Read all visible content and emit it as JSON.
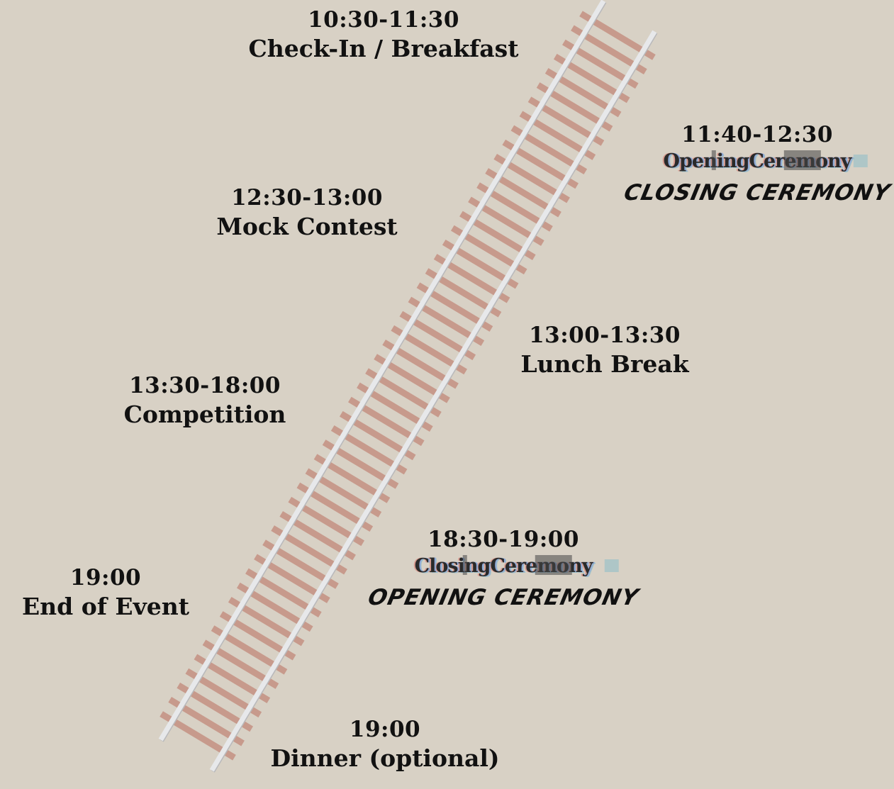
{
  "colors": {
    "background": "#d8d1c5",
    "rail": "#e7e8ea",
    "tie": "#c79a8c",
    "text": "#111111"
  },
  "events": [
    {
      "id": "checkin",
      "time": "10:30-11:30",
      "label": "Check-In / Breakfast"
    },
    {
      "id": "ceremony-1",
      "time": "11:40-12:30",
      "glitch_text": "OpeningCeremony",
      "stylized_text": "Closing Ceremony"
    },
    {
      "id": "mock",
      "time": "12:30-13:00",
      "label": "Mock Contest"
    },
    {
      "id": "lunch",
      "time": "13:00-13:30",
      "label": "Lunch Break"
    },
    {
      "id": "competition",
      "time": "13:30-18:00",
      "label": "Competition"
    },
    {
      "id": "ceremony-2",
      "time": "18:30-19:00",
      "glitch_text": "ClosingCeremony",
      "stylized_text": "Opening Ceremony"
    },
    {
      "id": "end",
      "time": "19:00",
      "label": "End of Event"
    },
    {
      "id": "dinner",
      "time": "19:00",
      "label": "Dinner (optional)"
    }
  ]
}
